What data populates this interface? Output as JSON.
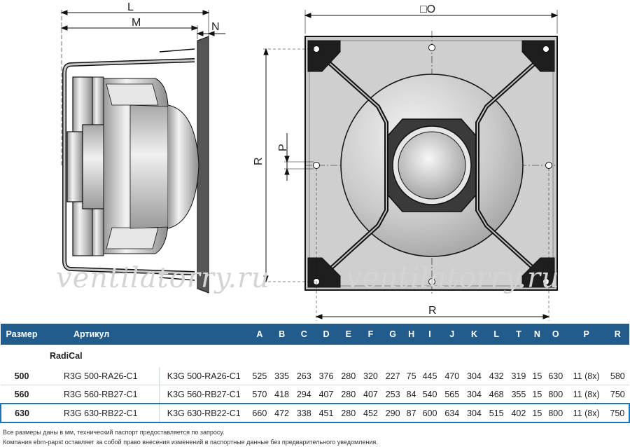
{
  "drawing": {
    "labels": {
      "L": "L",
      "M": "M",
      "N": "N",
      "O": "□O",
      "P": "P",
      "R_side": "R",
      "R_bottom": "R"
    },
    "watermark": [
      "ventilatorry.ru",
      "ventilatorry.ru"
    ]
  },
  "table": {
    "headers": [
      "Размер",
      "Артикул",
      "",
      "A",
      "B",
      "C",
      "D",
      "E",
      "F",
      "G",
      "H",
      "I",
      "J",
      "K",
      "L",
      "T",
      "N",
      "O",
      "P",
      "R"
    ],
    "group_label": "RadiCal",
    "rows": [
      {
        "size": "500",
        "art1": "R3G 500-RA26-C1",
        "art2": "K3G 500-RA26-C1",
        "values": [
          "525",
          "335",
          "263",
          "376",
          "280",
          "320",
          "227",
          "75",
          "445",
          "470",
          "304",
          "432",
          "319",
          "15",
          "630",
          "11 (8x)",
          "580"
        ]
      },
      {
        "size": "560",
        "art1": "R3G 560-RB27-C1",
        "art2": "K3G 560-RB27-C1",
        "values": [
          "570",
          "418",
          "294",
          "407",
          "280",
          "407",
          "253",
          "84",
          "540",
          "565",
          "304",
          "468",
          "355",
          "15",
          "800",
          "11 (8x)",
          "750"
        ]
      },
      {
        "size": "630",
        "art1": "R3G 630-RB22-C1",
        "art2": "K3G 630-RB22-C1",
        "values": [
          "660",
          "472",
          "338",
          "451",
          "280",
          "452",
          "290",
          "87",
          "600",
          "634",
          "304",
          "515",
          "402",
          "15",
          "800",
          "11 (8x)",
          "750"
        ]
      }
    ]
  },
  "footer": [
    "Все размеры даны в мм, технический паспорт предоставляется по запросу.",
    "Компания ebm-papst оставляет за собой право внесения изменений в паспортные данные без предварительного уведомления."
  ]
}
